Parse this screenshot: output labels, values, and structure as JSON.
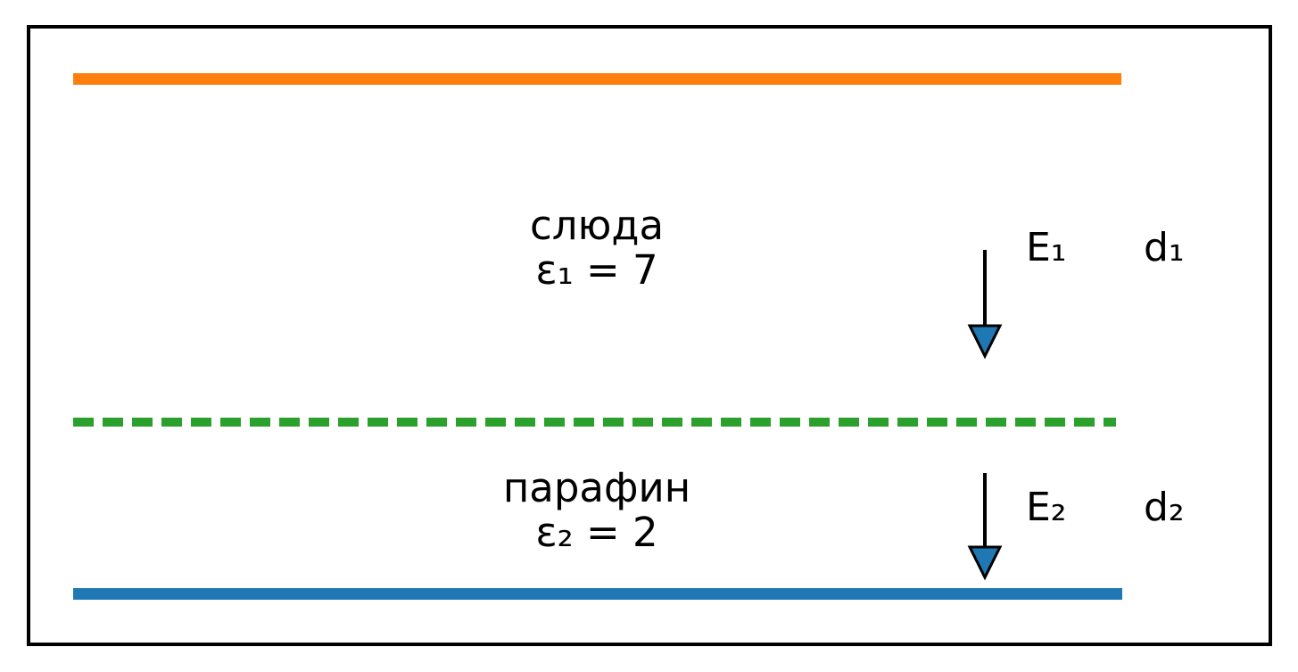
{
  "diagram": {
    "description": "Two-layer dielectric between capacitor plates",
    "layers": [
      {
        "material": "слюда",
        "permittivity": "ε₁ = 7",
        "field_label": "E₁",
        "thickness_label": "d₁"
      },
      {
        "material": "парафин",
        "permittivity": "ε₂ = 2",
        "field_label": "E₂",
        "thickness_label": "d₂"
      }
    ],
    "colors": {
      "top_plate": "#ff7f0e",
      "interface_dashed": "#2ca02c",
      "bottom_plate": "#1f77b4",
      "arrow_head_fill": "#1f77b4",
      "arrow_stroke": "#000000",
      "border": "#000000",
      "text": "#000000",
      "background": "#ffffff"
    }
  }
}
